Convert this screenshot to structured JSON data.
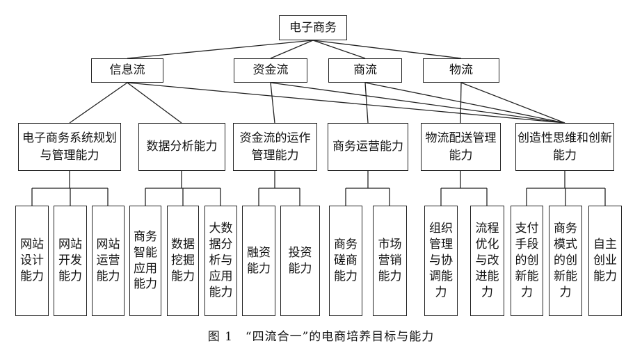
{
  "root": "电子商务",
  "flows": [
    "信息流",
    "资金流",
    "商流",
    "物流"
  ],
  "abilities": [
    "电子商务系统规划\n与管理能力",
    "数据分析能力",
    "资金流的运作\n管理能力",
    "商务运营能力",
    "物流配送管理\n能力",
    "创造性思维和创新\n能力"
  ],
  "skills": [
    "网站\n设计\n能力",
    "网站\n开发\n能力",
    "网站\n运营\n能力",
    "商务\n智能\n应用\n能力",
    "数据\n挖掘\n能力",
    "大数\n据分\n析与\n应用\n能力",
    "融资\n能力",
    "投资\n能力",
    "商务\n磋商\n能力",
    "市场\n营销\n能力",
    "组织\n管理\n与协\n调能\n力",
    "流程\n优化\n与改\n进能\n力",
    "支付\n手段\n的创\n新能\n力",
    "商务\n模式\n的创\n新能\n力",
    "自主\n创业\n能力"
  ],
  "caption": "图 1　“四流合一”的电商培养目标与能力"
}
